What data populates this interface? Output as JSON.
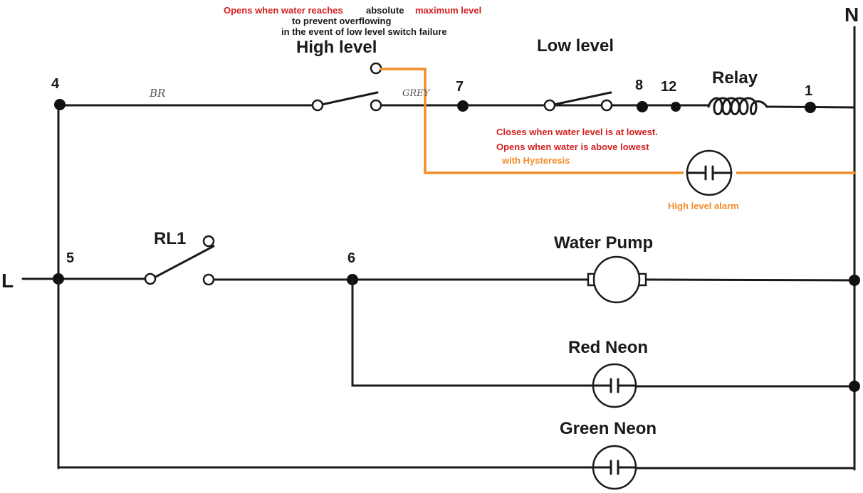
{
  "notes": {
    "high_level_a": "Opens when water reaches",
    "high_level_b": "absolute",
    "high_level_c": "maximum level",
    "high_level_d": "to prevent overflowing",
    "high_level_e": "in the event of low level switch failure",
    "low_level_a": "Closes when water level is at lowest.",
    "low_level_b": "Opens when water is above lowest",
    "low_level_c": "with Hysteresis",
    "alarm": "High level alarm"
  },
  "labels": {
    "high_level": "High level",
    "low_level": "Low level",
    "relay": "Relay",
    "rl1": "RL1",
    "water_pump": "Water Pump",
    "red_neon": "Red Neon",
    "green_neon": "Green Neon",
    "rail_l": "L",
    "rail_n": "N"
  },
  "terminals": {
    "t4": "4",
    "t7": "7",
    "t8": "8",
    "t12": "12",
    "t1": "1",
    "t5": "5",
    "t6": "6"
  },
  "handwriting": {
    "br": "BR",
    "grey": "GREY"
  },
  "colors": {
    "wire": "#1a1a1a",
    "alarm_wire": "#f28c28",
    "note_red": "#d42020",
    "note_orange": "#f28c28"
  }
}
